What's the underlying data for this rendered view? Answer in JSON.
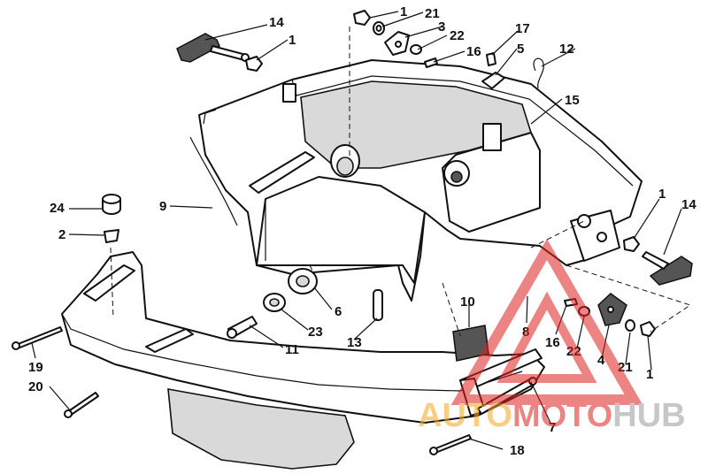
{
  "diagram": {
    "callouts": [
      {
        "id": "c14a",
        "text": "14"
      },
      {
        "id": "c1a",
        "text": "1"
      },
      {
        "id": "c1b",
        "text": "1"
      },
      {
        "id": "c21a",
        "text": "21"
      },
      {
        "id": "c3",
        "text": "3"
      },
      {
        "id": "c22a",
        "text": "22"
      },
      {
        "id": "c16a",
        "text": "16"
      },
      {
        "id": "c17",
        "text": "17"
      },
      {
        "id": "c5",
        "text": "5"
      },
      {
        "id": "c12",
        "text": "12"
      },
      {
        "id": "c15",
        "text": "15"
      },
      {
        "id": "c9",
        "text": "9"
      },
      {
        "id": "c24",
        "text": "24"
      },
      {
        "id": "c2",
        "text": "2"
      },
      {
        "id": "c1c",
        "text": "1"
      },
      {
        "id": "c14b",
        "text": "14"
      },
      {
        "id": "c6",
        "text": "6"
      },
      {
        "id": "c23",
        "text": "23"
      },
      {
        "id": "c11",
        "text": "11"
      },
      {
        "id": "c13",
        "text": "13"
      },
      {
        "id": "c10",
        "text": "10"
      },
      {
        "id": "c8",
        "text": "8"
      },
      {
        "id": "c16b",
        "text": "16"
      },
      {
        "id": "c22b",
        "text": "22"
      },
      {
        "id": "c4",
        "text": "4"
      },
      {
        "id": "c21b",
        "text": "21"
      },
      {
        "id": "c1d",
        "text": "1"
      },
      {
        "id": "c19",
        "text": "19"
      },
      {
        "id": "c20",
        "text": "20"
      },
      {
        "id": "c7",
        "text": "7"
      },
      {
        "id": "c18",
        "text": "18"
      }
    ]
  },
  "watermark": {
    "part1": "AUTO",
    "part2": "MOTO",
    "part3": "HUB",
    "color_orange": "#f5a623",
    "color_red": "#e02020",
    "color_gray": "#9a9a9a"
  }
}
